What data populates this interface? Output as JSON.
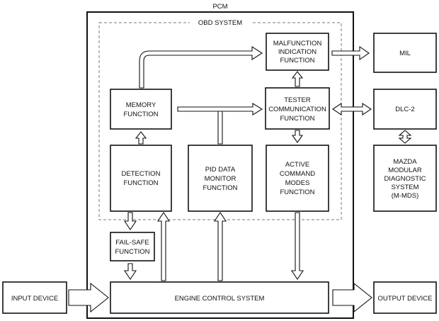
{
  "pcm_label": "PCM",
  "obd_label": "OBD SYSTEM",
  "blocks": {
    "malfunction_indication": [
      "MALFUNCTION",
      "INDICATION",
      "FUNCTION"
    ],
    "memory": [
      "MEMORY",
      "FUNCTION"
    ],
    "tester_communication": [
      "TESTER",
      "COMMUNICATION",
      "FUNCTION"
    ],
    "detection": [
      "DETECTION",
      "FUNCTION"
    ],
    "pid_data_monitor": [
      "PID DATA",
      "MONITOR",
      "FUNCTION"
    ],
    "active_command_modes": [
      "ACTIVE",
      "COMMAND",
      "MODES",
      "FUNCTION"
    ],
    "fail_safe": [
      "FAIL-SAFE",
      "FUNCTION"
    ],
    "engine_control_system": [
      "ENGINE CONTROL SYSTEM"
    ],
    "mil": [
      "MIL"
    ],
    "dlc2": [
      "DLC-2"
    ],
    "mazda_mds": [
      "MAZDA",
      "MODULAR",
      "DIAGNOSTIC",
      "SYSTEM",
      "(M-MDS)"
    ],
    "input_device": [
      "INPUT DEVICE"
    ],
    "output_device": [
      "OUTPUT DEVICE"
    ]
  }
}
